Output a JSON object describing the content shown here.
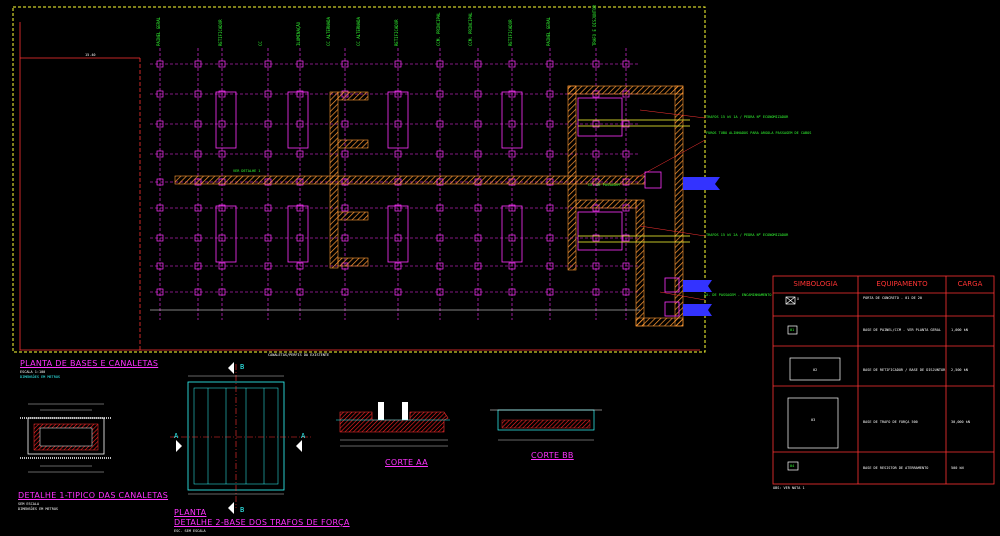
{
  "titles": {
    "plan": "PLANTA DE BASES E CANALETAS",
    "plan_scale": "ESCALA 1:100",
    "plan_units": "DIMENSÕES EM METROS",
    "detail1": "DETALHE 1-TIPICO DAS CANALETAS",
    "detail1_scale": "SEM ESCALA",
    "detail1_units": "DIMENSÕES EM METROS",
    "planta": "PLANTA",
    "detail2": "DETALHE 2-BASE DOS TRAFOS DE FORÇA",
    "detail2_scale": "ESC. SEM ESCALA",
    "corte_aa": "CORTE AA",
    "corte_bb": "CORTE BB"
  },
  "column_labels": [
    "PAINEL GERAL",
    "RETIFICADOR",
    "CC",
    "ILUMINAÇÃO",
    "CC ALTERNADA",
    "CC ALTERNADA",
    "RETIFICADOR",
    "CCM. PRINCIPAL",
    "CCM. PRINCIPAL",
    "RETIFICADOR",
    "PAINEL GERAL",
    "TRAFO E DISJUNTOR"
  ],
  "plan_notes": {
    "top_dim": "15.40",
    "bottom_note": "CANALETAS/PERFIS DA EXISTENTE",
    "note_trafo1": "TRAFOS 15 kV 1A / PEDRA Nº ECONOMIZADOR",
    "note_trafo2": "TRAFOS 15 kV 2A / PEDRA Nº ECONOMIZADOR",
    "note_tubo": "FUROS TUBO ALINHADOS PARA ARGOLA PASSAGEM DE CABOS",
    "note_ver": "VER DETALHE 1",
    "note_caixa": "CX. DE PASSAGEM",
    "note_cx2": "CX. DE PASSAGEM - ENCAMINHAMENTO"
  },
  "section_letters": {
    "a": "A",
    "b": "B"
  },
  "legend": {
    "headers": [
      "SIMBOLOGIA",
      "EQUIPAMENTO",
      "CARGA"
    ],
    "rows": [
      {
        "symbol": "X",
        "equipment": "PORTA DE CONCRETO - 01 DE 20",
        "load": ""
      },
      {
        "symbol": "01",
        "equipment": "BASE DE PAINEL/CCM - VER PLANTA GERAL",
        "load": "1,000 kN"
      },
      {
        "symbol": "02",
        "equipment": "BASE DE RETIFICADOR / BASE DE DISJUNTOR",
        "load": "2,500 kN"
      },
      {
        "symbol": "03",
        "equipment": "BASE DE TRAFO DE FORÇA 500",
        "load": "30,000 kN"
      },
      {
        "symbol": "04",
        "equipment": "BASE DE RESISTOR DE ATERRAMENTO",
        "load": "500 kN"
      }
    ],
    "footer": "OBS: VER NOTA 1"
  },
  "colors": {
    "frame": "#ffff00",
    "wall": "#ff3333",
    "hatch": "#ff9933",
    "equipment": "#ff33ff",
    "cyan": "#33ffff",
    "green": "#33ff33",
    "white": "#ffffff"
  }
}
